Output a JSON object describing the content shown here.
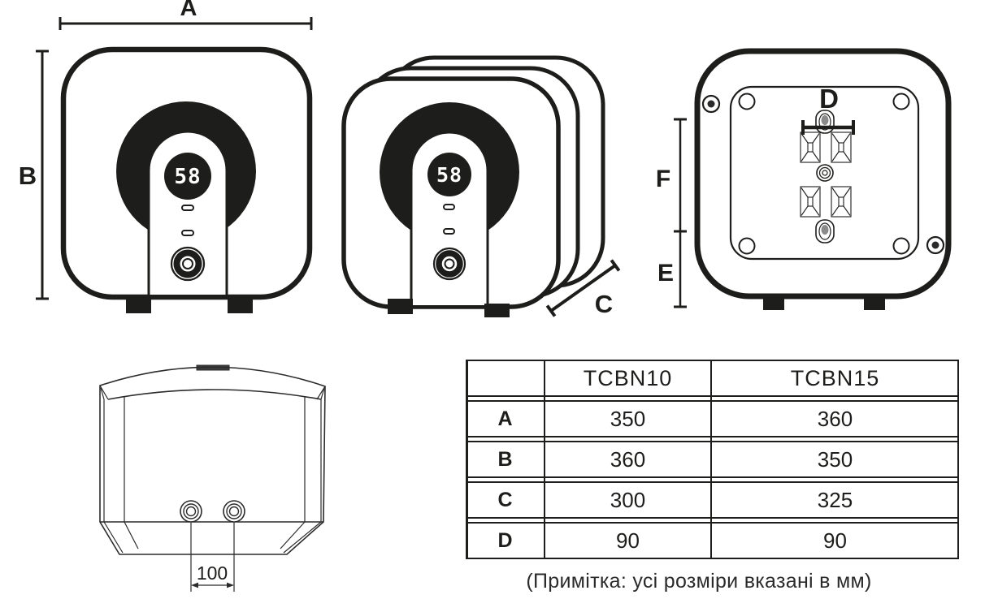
{
  "views": {
    "front": {
      "width_label": "A",
      "height_label": "B",
      "display_value": "58"
    },
    "side": {
      "depth_label": "C",
      "display_value": "58"
    },
    "back": {
      "bracket_span_label": "D",
      "upper_span_label": "F",
      "lower_span_label": "E"
    },
    "bottom": {
      "pipe_spacing_value": "100"
    }
  },
  "table": {
    "corner_header": "",
    "col_headers": [
      "TCBN10",
      "TCBN15"
    ],
    "rows": [
      {
        "label": "A",
        "values": [
          "350",
          "360"
        ]
      },
      {
        "label": "B",
        "values": [
          "360",
          "350"
        ]
      },
      {
        "label": "C",
        "values": [
          "300",
          "325"
        ]
      },
      {
        "label": "D",
        "values": [
          "90",
          "90"
        ]
      }
    ]
  },
  "note": "(Примітка: усі розміри вказані в мм)",
  "colors": {
    "line": "#1d1d1b",
    "thin_line": "#2b2b2b",
    "gray_dot": "#8a8a8a",
    "background": "#ffffff"
  }
}
